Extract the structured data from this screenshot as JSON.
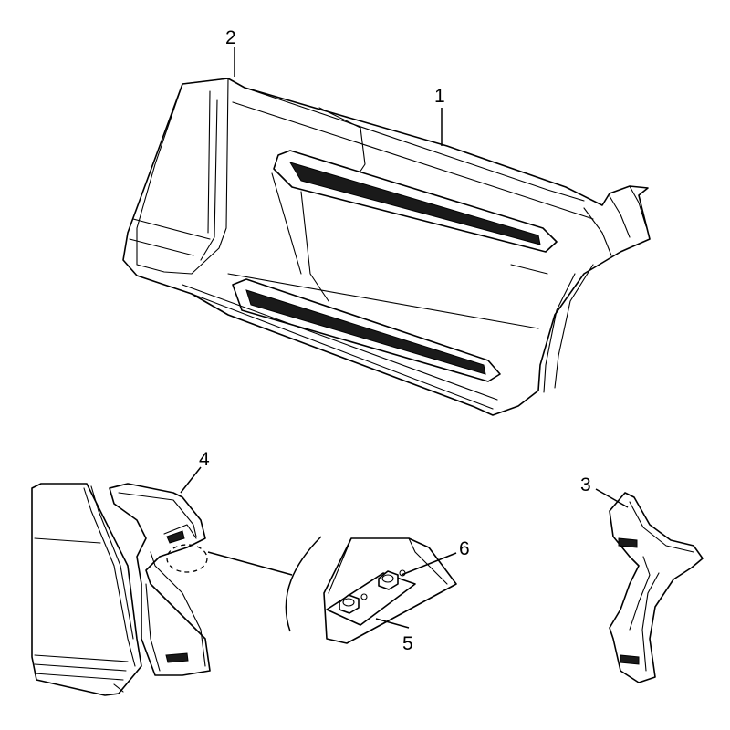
{
  "callouts": [
    {
      "id": "1",
      "label": "1"
    },
    {
      "id": "2",
      "label": "2"
    },
    {
      "id": "3",
      "label": "3"
    },
    {
      "id": "4",
      "label": "4"
    },
    {
      "id": "5",
      "label": "5"
    },
    {
      "id": "6",
      "label": "6"
    }
  ],
  "colors": {
    "line": "#000000",
    "background": "#ffffff",
    "groove": "#1a1a1a"
  }
}
